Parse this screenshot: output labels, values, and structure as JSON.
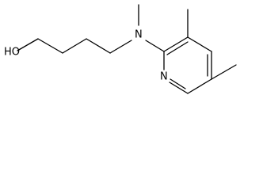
{
  "molecule": {
    "atom_labels": {
      "hydroxyl": "HO",
      "amine_nitrogen": "N",
      "ring_nitrogen": "N"
    },
    "colors": {
      "bond": "#000000",
      "label": "#000000",
      "background": "#ffffff"
    }
  }
}
